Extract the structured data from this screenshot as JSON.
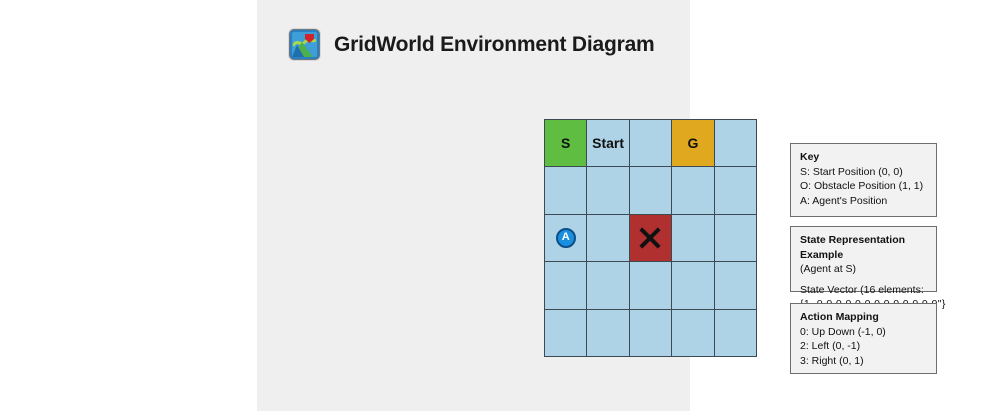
{
  "header": {
    "title": "GridWorld Environment Diagram",
    "icon": "image-picture-icon"
  },
  "grid": {
    "rows": 5,
    "cols": 5,
    "cells": [
      [
        {
          "type": "start",
          "label": "S"
        },
        {
          "type": "empty",
          "label": "Start"
        },
        {
          "type": "empty",
          "label": ""
        },
        {
          "type": "goal",
          "label": "G"
        },
        {
          "type": "empty",
          "label": ""
        }
      ],
      [
        {
          "type": "empty",
          "label": ""
        },
        {
          "type": "empty",
          "label": ""
        },
        {
          "type": "empty",
          "label": ""
        },
        {
          "type": "empty",
          "label": ""
        },
        {
          "type": "empty",
          "label": ""
        }
      ],
      [
        {
          "type": "agent",
          "label": "A"
        },
        {
          "type": "empty",
          "label": ""
        },
        {
          "type": "obstacle",
          "label": "X"
        },
        {
          "type": "empty",
          "label": ""
        },
        {
          "type": "empty",
          "label": ""
        }
      ],
      [
        {
          "type": "empty",
          "label": ""
        },
        {
          "type": "empty",
          "label": ""
        },
        {
          "type": "empty",
          "label": ""
        },
        {
          "type": "empty",
          "label": ""
        },
        {
          "type": "empty",
          "label": ""
        }
      ],
      [
        {
          "type": "empty",
          "label": ""
        },
        {
          "type": "empty",
          "label": ""
        },
        {
          "type": "empty",
          "label": ""
        },
        {
          "type": "empty",
          "label": ""
        },
        {
          "type": "empty",
          "label": ""
        }
      ]
    ],
    "colors": {
      "empty": "#aed2e6",
      "start": "#5fbe41",
      "goal": "#e0a81e",
      "obstacle": "#b03030",
      "agent_fill": "#1a8fe0",
      "agent_border": "#0c4f86",
      "line": "#3c4a52"
    }
  },
  "key_box": {
    "title": "Key",
    "lines": [
      "S: Start Position (0, 0)",
      "O: Obstacle Position (1, 1)",
      "A: Agent's Position"
    ]
  },
  "state_box": {
    "title": "State Representation Example",
    "subtitle": "(Agent at S)",
    "vector_label": "State Vector (16 elements:",
    "vector_value": "{1, 0 0 0 0 0 0 0 0 0 0 0 0 0\"}"
  },
  "action_box": {
    "title": "Action Mapping",
    "lines": [
      "0: Up Down (-1, 0)",
      "2: Left (0, -1)",
      "3: Right (0, 1)"
    ]
  }
}
